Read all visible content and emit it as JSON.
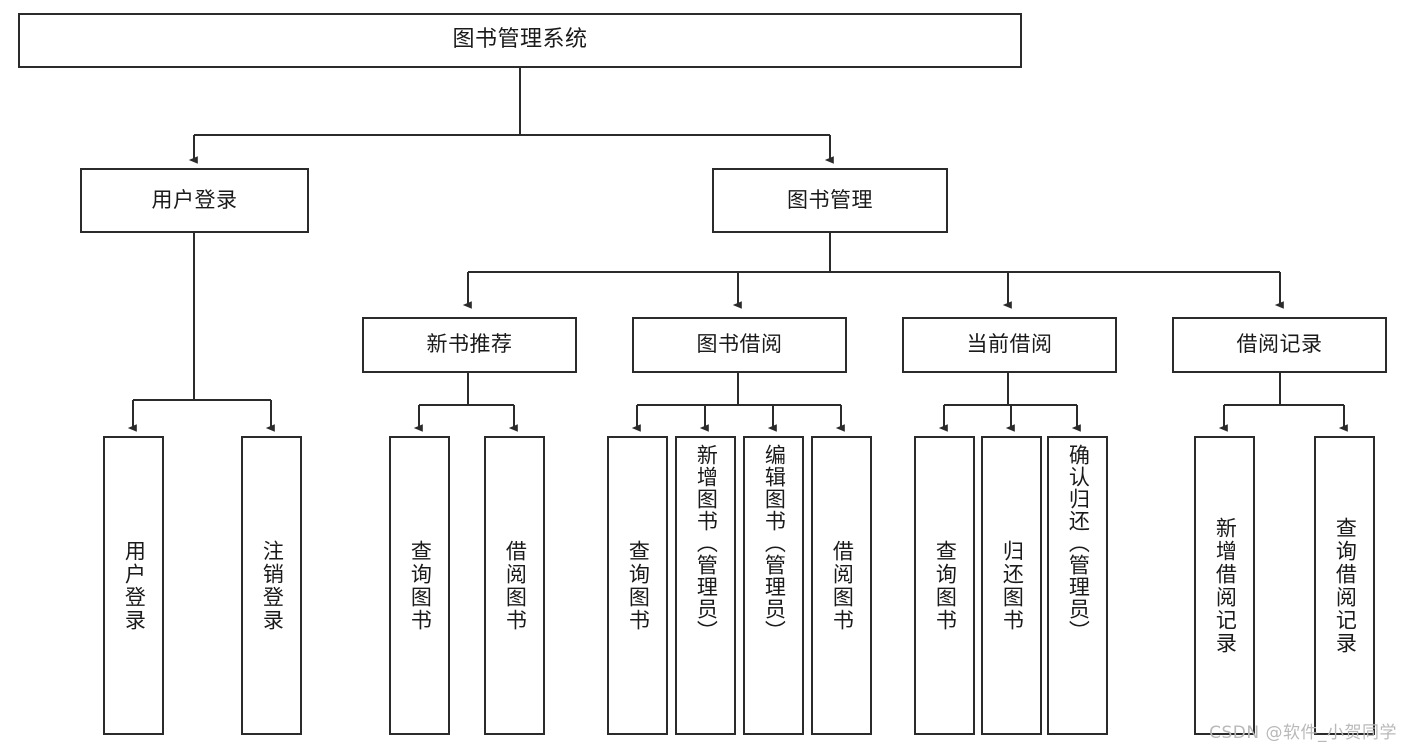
{
  "diagram": {
    "title": "图书管理系统",
    "watermark": "CSDN @软件_小贺同学",
    "stroke_color": "#2b2b2b",
    "fill_color": "#ffffff",
    "text_color": "#1a1a1a",
    "watermark_color": "#b9b9b9"
  },
  "nodes": {
    "root": {
      "label": "图书管理系统"
    },
    "level2": [
      {
        "label": "用户登录"
      },
      {
        "label": "图书管理"
      }
    ],
    "level3": [
      {
        "label": "新书推荐"
      },
      {
        "label": "图书借阅"
      },
      {
        "label": "当前借阅"
      },
      {
        "label": "借阅记录"
      }
    ],
    "leaves": {
      "user_login": [
        {
          "label": "用户登录"
        },
        {
          "label": "注销登录"
        }
      ],
      "new_book_recommend": [
        {
          "label": "查询图书"
        },
        {
          "label": "借阅图书"
        }
      ],
      "book_borrow": [
        {
          "label": "查询图书"
        },
        {
          "label": "新增图书（管理员）"
        },
        {
          "label": "编辑图书（管理员）"
        },
        {
          "label": "借阅图书"
        }
      ],
      "current_borrow": [
        {
          "label": "查询图书"
        },
        {
          "label": "归还图书"
        },
        {
          "label": "确认归还（管理员）"
        }
      ],
      "borrow_record": [
        {
          "label": "新增借阅记录"
        },
        {
          "label": "查询借阅记录"
        }
      ]
    }
  }
}
